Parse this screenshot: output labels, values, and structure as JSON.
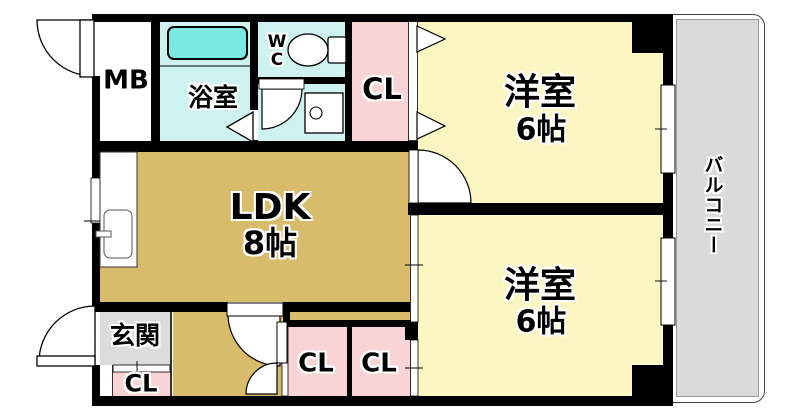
{
  "rooms": {
    "mb": {
      "label": "MB"
    },
    "bathroom": {
      "label": "浴室"
    },
    "wc": {
      "label": "W\nC"
    },
    "closet_top": {
      "label": "CL"
    },
    "bedroom_top": {
      "name": "洋室",
      "size": "6帖"
    },
    "bedroom_bottom": {
      "name": "洋室",
      "size": "6帖"
    },
    "ldk": {
      "name": "LDK",
      "size": "8帖"
    },
    "entrance": {
      "label": "玄関"
    },
    "entrance_closet": {
      "label": "CL"
    },
    "closet_hall_left": {
      "label": "CL"
    },
    "closet_hall_right": {
      "label": "CL"
    },
    "balcony": {
      "label": "バルコニー"
    }
  },
  "colors": {
    "wall": "#000000",
    "bedroom_fill": "#faf7c2",
    "ldk_fill": "#d9bc6b",
    "wet_fill": "#cdf2ef",
    "bathtub_fill": "#7ce8e2",
    "closet_fill": "#f9d4d7",
    "entrance_fill": "#dcdcdc",
    "balcony_fill": "#dadada"
  }
}
